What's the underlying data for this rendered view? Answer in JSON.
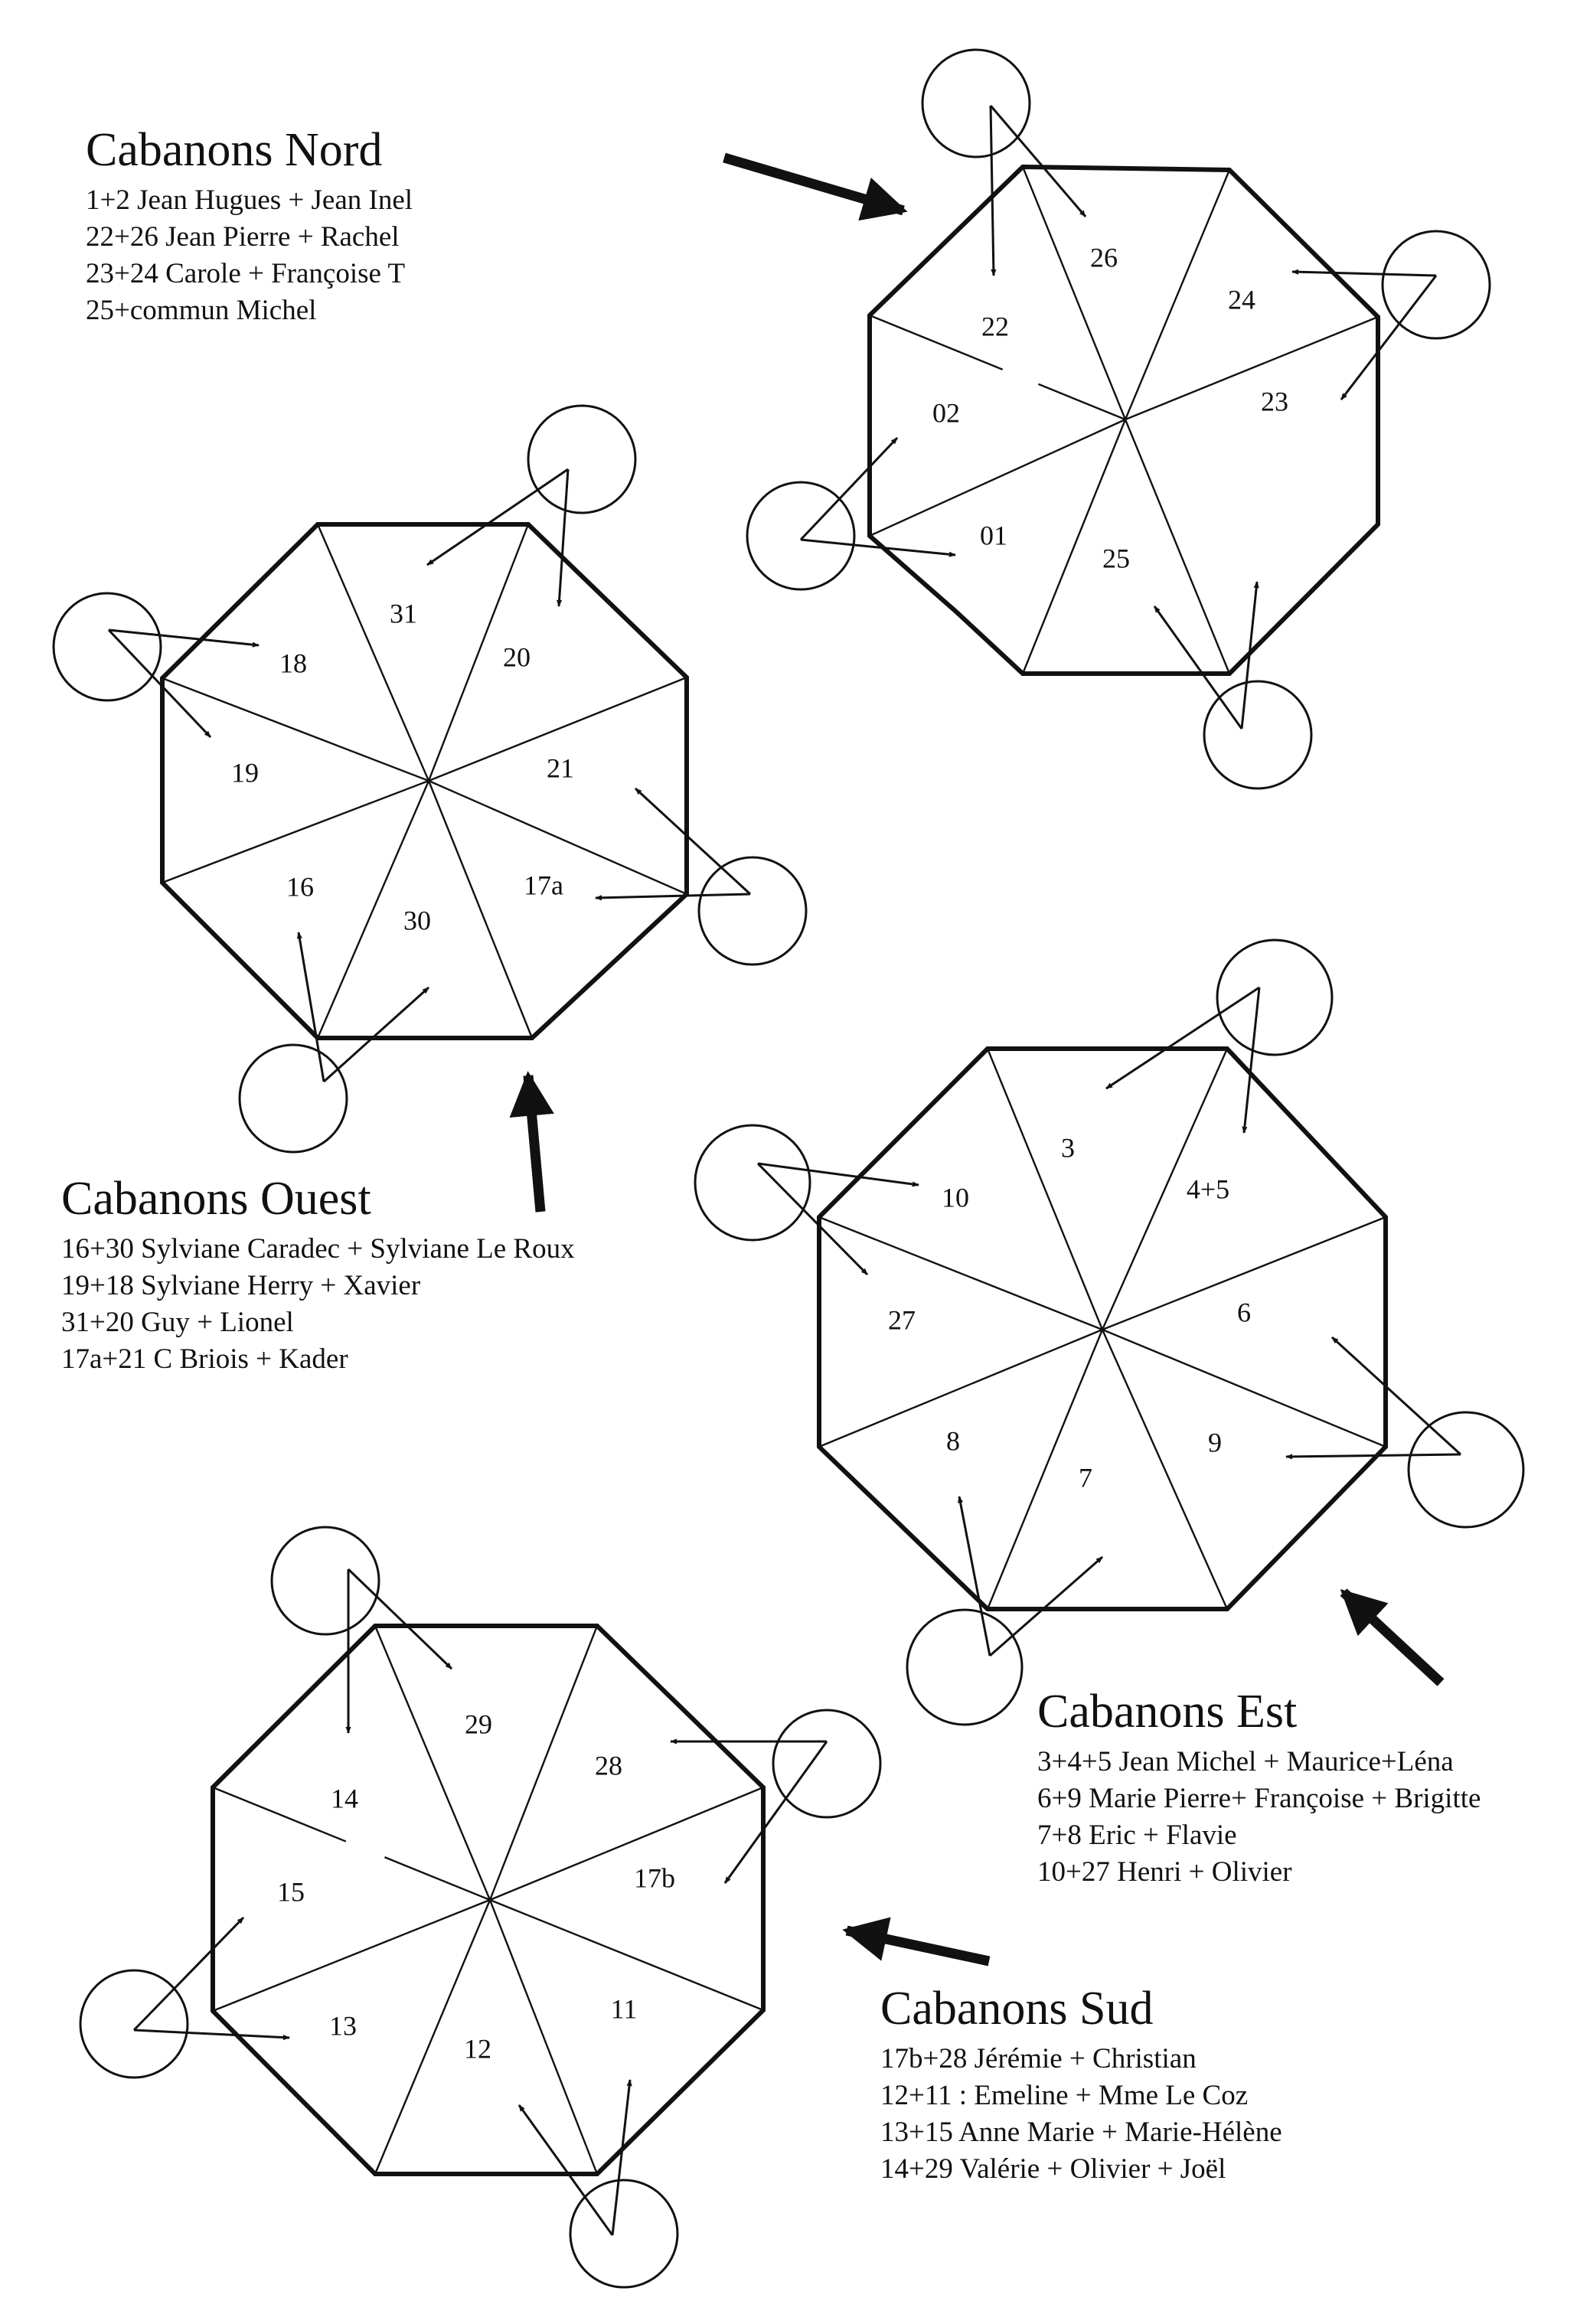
{
  "colors": {
    "ink": "#111111",
    "paper": "#ffffff"
  },
  "groups": [
    {
      "id": "nord",
      "title": "Cabanons Nord",
      "lines": [
        "1+2 Jean Hugues  + Jean Inel",
        "22+26 Jean Pierre + Rachel",
        "23+24 Carole + Françoise T",
        "25+commun Michel"
      ],
      "sectors": [
        "26",
        "24",
        "23",
        "25",
        "01",
        "02",
        "22"
      ]
    },
    {
      "id": "ouest",
      "title": "Cabanons Ouest",
      "lines": [
        "16+30 Sylviane Caradec + Sylviane Le Roux",
        "19+18 Sylviane Herry + Xavier",
        "31+20 Guy + Lionel",
        "17a+21 C Briois + Kader"
      ],
      "sectors": [
        "20",
        "21",
        "17a",
        "30",
        "16",
        "19",
        "18",
        "31"
      ]
    },
    {
      "id": "est",
      "title": "Cabanons Est",
      "lines": [
        "3+4+5 Jean Michel + Maurice+Léna",
        "6+9 Marie Pierre+ Françoise + Brigitte",
        "7+8 Eric + Flavie",
        "10+27 Henri + Olivier"
      ],
      "sectors": [
        "4+5",
        "6",
        "9",
        "7",
        "8",
        "27",
        "10",
        "3"
      ]
    },
    {
      "id": "sud",
      "title": "Cabanons Sud",
      "lines": [
        "17b+28 Jérémie + Christian",
        "12+11 : Emeline + Mme Le Coz",
        "13+15 Anne Marie + Marie-Hélène",
        "14+29 Valérie + Olivier + Joël"
      ],
      "sectors": [
        "28",
        "17b",
        "11",
        "12",
        "13",
        "15",
        "14",
        "29"
      ]
    }
  ]
}
